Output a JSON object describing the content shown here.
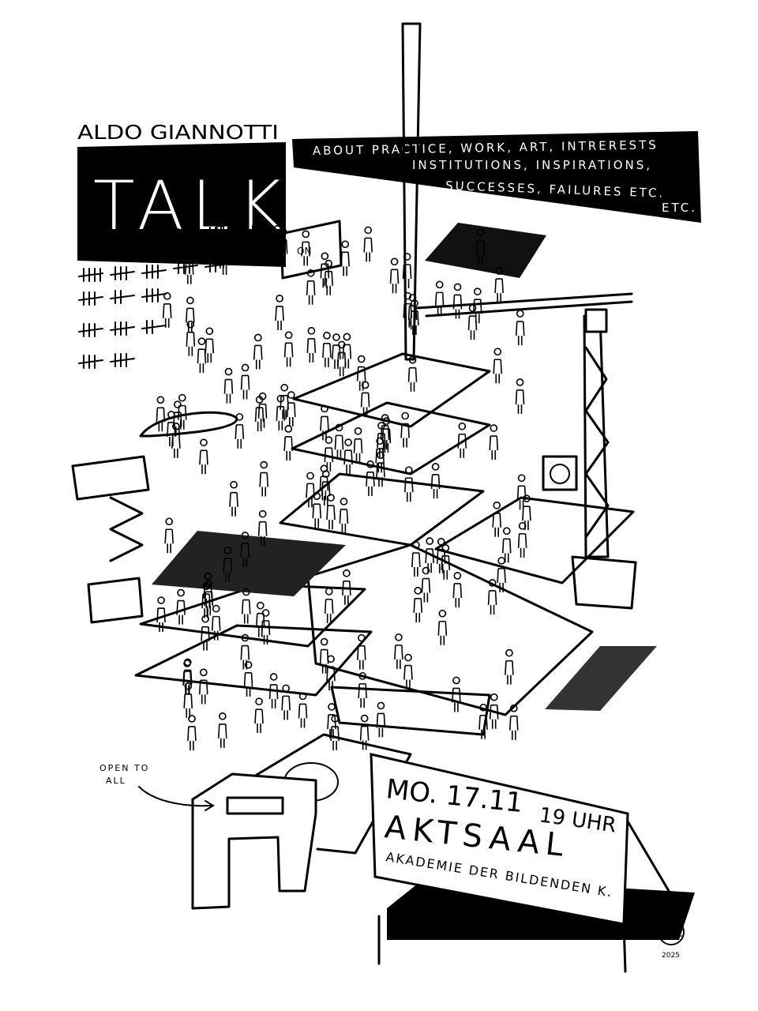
{
  "poster": {
    "artist": "ALDO GIANNOTTI",
    "title": "TALKS",
    "subtitle_lines": [
      "ABOUT PRACTICE, WORK, ART, INTRERESTS",
      "INSTITUTIONS, INSPIRATIONS,",
      "SUCCESSES, FAILURES ETC.",
      "ETC."
    ],
    "sign_label": "ON",
    "open_note": [
      "OPEN TO",
      "ALL"
    ],
    "billboard": {
      "date": "MO. 17.11",
      "time": "19 UHR",
      "venue": "AKTSAAL",
      "institution": "AKADEMIE DER BILDENDEN K."
    },
    "signature": {
      "initials": "A.G.",
      "year": "2025"
    }
  },
  "colors": {
    "ink": "#000000",
    "paper": "#ffffff"
  }
}
